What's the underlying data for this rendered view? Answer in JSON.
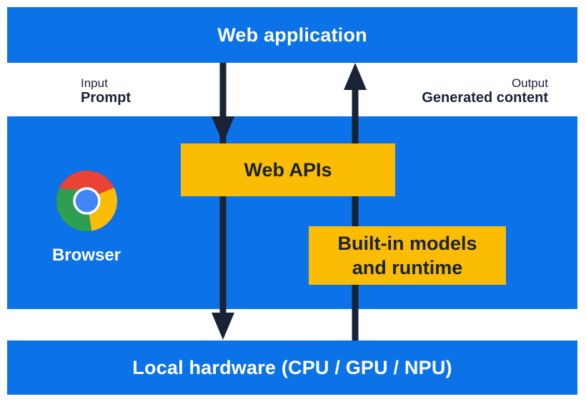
{
  "colors": {
    "blue": "#0b72e8",
    "yellow": "#fbbc04",
    "dark": "#1a2235",
    "white": "#ffffff",
    "chrome_red": "#ea4335",
    "chrome_yellow": "#fbbc04",
    "chrome_green": "#2e9e4f",
    "chrome_blue": "#4285f4"
  },
  "layers": {
    "web_application": {
      "label": "Web application"
    },
    "browser": {
      "label": "Browser",
      "icon": "chrome-icon"
    },
    "local_hardware": {
      "label": "Local hardware (CPU / GPU / NPU)"
    }
  },
  "flows": {
    "input": {
      "title": "Input",
      "value": "Prompt",
      "direction": "down"
    },
    "output": {
      "title": "Output",
      "value": "Generated content",
      "direction": "up"
    }
  },
  "boxes": {
    "web_apis": {
      "label": "Web APIs"
    },
    "builtin": {
      "line1": "Built-in models",
      "line2": "and runtime"
    }
  }
}
